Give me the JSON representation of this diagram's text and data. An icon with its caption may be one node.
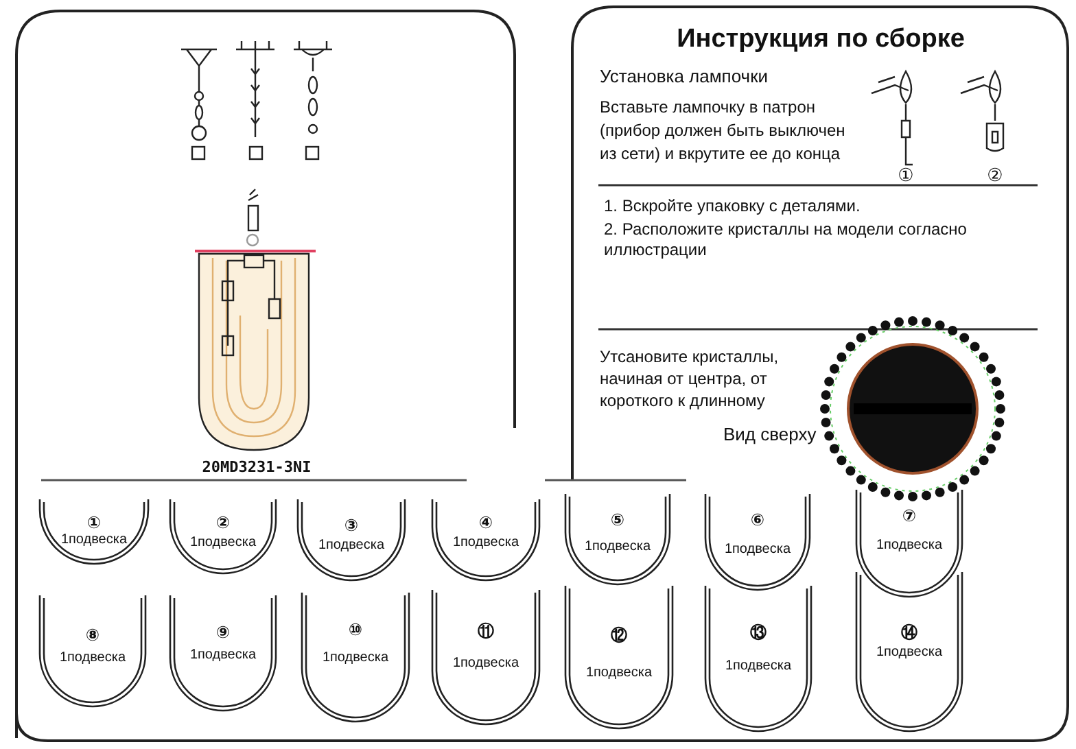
{
  "diagram": {
    "title": "Инструкция по сборке",
    "nodes": [
      {
        "text": [
          "①",
          "1подвеска"
        ]
      },
      {
        "text": [
          "②",
          "1подвеска"
        ]
      },
      {
        "text": [
          "③",
          "1подвеска"
        ]
      },
      {
        "text": [
          "④",
          "1подвеска"
        ]
      },
      {
        "text": [
          "⑤",
          "1подвеска"
        ]
      },
      {
        "text": [
          "⑥",
          "1подвеска"
        ]
      },
      {
        "text": [
          "⑦",
          "1подвеска"
        ]
      },
      {
        "text": [
          "⑧",
          "1подвеска"
        ]
      },
      {
        "text": [
          "⑨",
          "1подвеска"
        ]
      },
      {
        "text": [
          "⑩",
          "1подвеска"
        ]
      },
      {
        "text": [
          "⑪",
          "1подвеска"
        ]
      },
      {
        "text": [
          "⑫",
          "1подвеска"
        ]
      },
      {
        "text": [
          "⑬",
          "1подвеска"
        ]
      },
      {
        "text": [
          "⑭",
          "1подвеска"
        ]
      }
    ],
    "labels": [
      "20MD3231-3NI",
      "Установка лампочки",
      "Вставьте лампочку в патрон (прибор должен быть выключен из сети) и вкрутите ее до конца",
      "①",
      "②",
      "1. Вскройте упаковку с деталями.",
      "2. Расположите кристаллы на модели согласно иллюстрации",
      "Утсановите кристаллы, начиная от центра, от короткого к длинному",
      "Вид сверху"
    ]
  }
}
